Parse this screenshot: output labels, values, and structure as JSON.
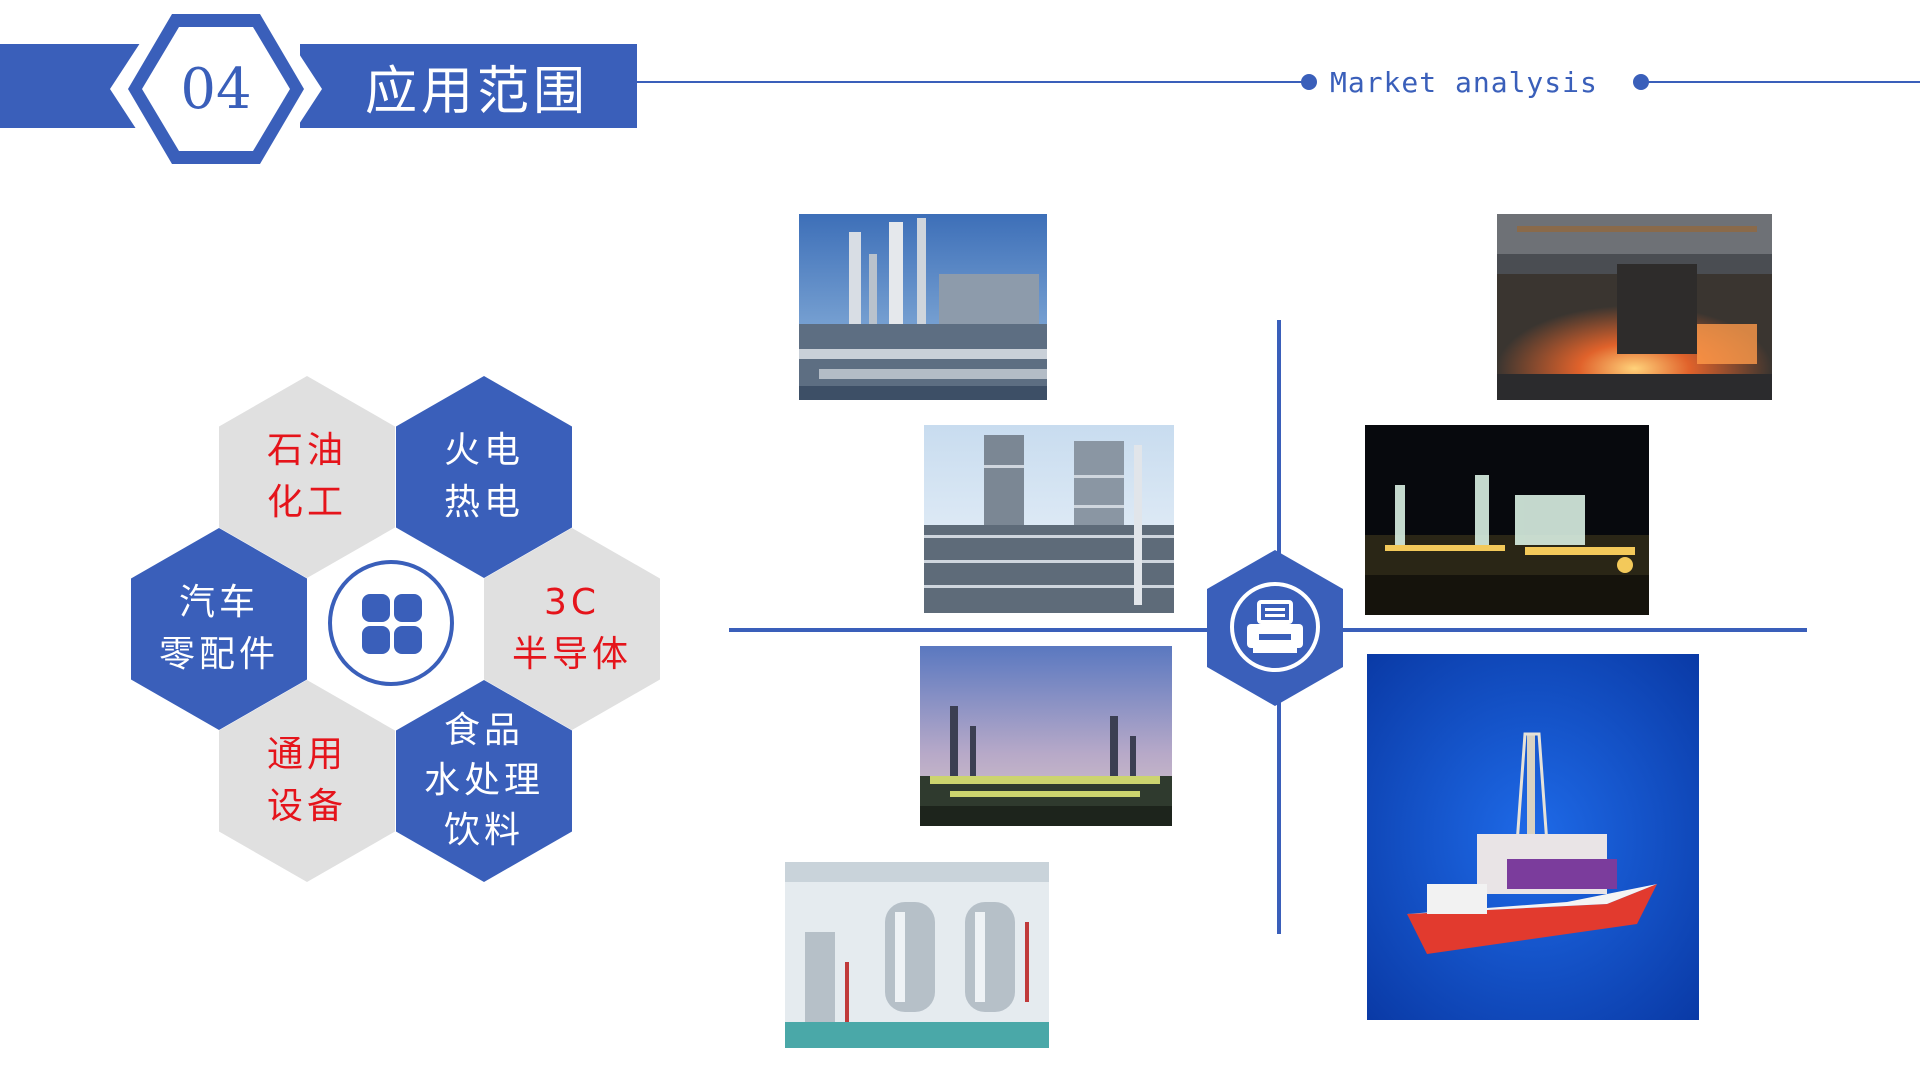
{
  "header": {
    "section_number": "04",
    "title": "应用范围",
    "subtitle": "Market analysis"
  },
  "honeycomb": {
    "cells": [
      {
        "id": "petrochem",
        "lines": [
          "石油",
          "化工"
        ],
        "style": "grey"
      },
      {
        "id": "power",
        "lines": [
          "火电",
          "热电"
        ],
        "style": "blue"
      },
      {
        "id": "auto",
        "lines": [
          "汽车",
          "零配件"
        ],
        "style": "blue"
      },
      {
        "id": "semiconductor",
        "lines": [
          "3C",
          "半导体"
        ],
        "style": "grey"
      },
      {
        "id": "general",
        "lines": [
          "通用",
          "设备"
        ],
        "style": "grey"
      },
      {
        "id": "food",
        "lines": [
          "食品",
          "水处理",
          "饮料"
        ],
        "style": "blue"
      }
    ],
    "center_icon": "four-squares-grid-icon"
  },
  "center_icon": "printer-icon",
  "photos": [
    {
      "id": "refinery-towers-day",
      "subject": "refinery distillation towers, blue sky"
    },
    {
      "id": "steel-mill",
      "subject": "steel mill furnace interior"
    },
    {
      "id": "chemical-plant-structure",
      "subject": "chemical plant steel structure"
    },
    {
      "id": "plant-night",
      "subject": "industrial plant at night"
    },
    {
      "id": "refinery-dusk",
      "subject": "refinery at dusk with lights"
    },
    {
      "id": "offshore-rig",
      "subject": "offshore drilling rig at sea"
    },
    {
      "id": "stainless-tanks",
      "subject": "stainless steel process tanks"
    }
  ],
  "colors": {
    "primary": "#3a5fba",
    "accent_text": "#e5141b",
    "hex_grey": "#e0e0e0",
    "background": "#ffffff"
  }
}
